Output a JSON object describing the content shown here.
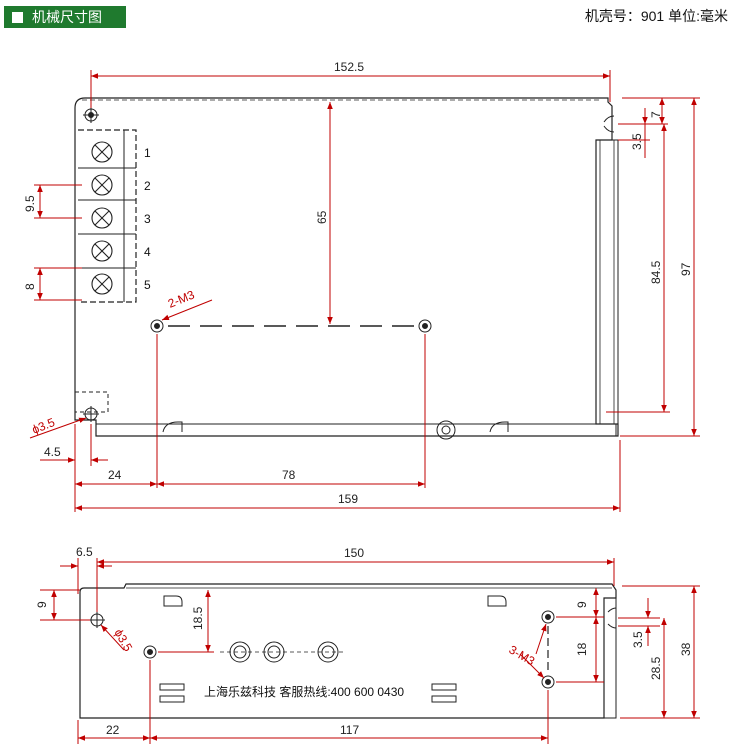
{
  "header": {
    "title": "机械尺寸图",
    "right_text": "机壳号：901  单位:毫米"
  },
  "top_view": {
    "dims": {
      "width_top": "152.5",
      "height_inner": "65",
      "terminal_pitch": "9.5",
      "terminal_w": "8",
      "right_7": "7",
      "right_3_5": "3.5",
      "right_84_5": "84.5",
      "right_97": "97",
      "hole_label": "2-M3",
      "phi_label": "ϕ3.5",
      "d_4_5": "4.5",
      "d_24": "24",
      "d_78": "78",
      "d_159": "159"
    },
    "terminals": [
      "1",
      "2",
      "3",
      "4",
      "5"
    ]
  },
  "side_view": {
    "dims": {
      "d_6_5": "6.5",
      "d_150": "150",
      "d_9_left": "9",
      "d_18_5": "18.5",
      "phi_label": "ϕ3.5",
      "d_9_right": "9",
      "d_18": "18",
      "hole_label": "3-M3",
      "d_3_5": "3.5",
      "d_28_5": "28.5",
      "d_38": "38",
      "d_22": "22",
      "d_117": "117"
    },
    "company_text": "上海乐兹科技 客服热线:400 600 0430"
  },
  "colors": {
    "badge": "#1f7a2e",
    "dimension_red": "#c00000",
    "outline": "#222222"
  }
}
